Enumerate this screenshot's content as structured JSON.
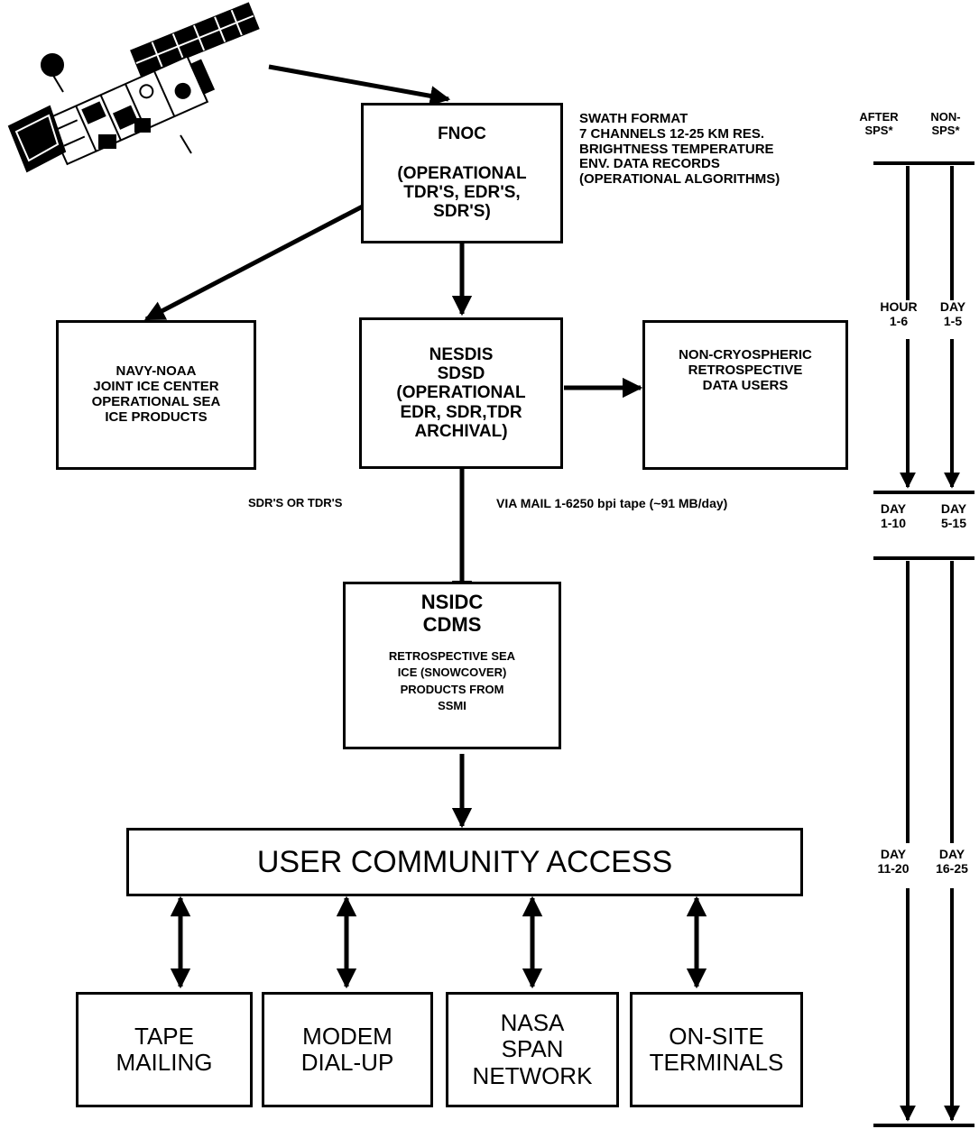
{
  "fnoc": {
    "title": "FNOC",
    "lines": [
      "(OPERATIONAL",
      "TDR'S, EDR'S,",
      "SDR'S)"
    ]
  },
  "swath": {
    "lines": [
      "SWATH FORMAT",
      "7 CHANNELS 12-25 KM RES.",
      "BRIGHTNESS TEMPERATURE",
      "ENV. DATA  RECORDS",
      "(OPERATIONAL ALGORITHMS)"
    ]
  },
  "jic": {
    "lines": [
      "NAVY-NOAA",
      "JOINT ICE CENTER",
      "OPERATIONAL SEA",
      "ICE PRODUCTS"
    ]
  },
  "nesdis": {
    "lines": [
      "NESDIS",
      "SDSD",
      "(OPERATIONAL",
      "EDR, SDR,TDR",
      "ARCHIVAL)"
    ]
  },
  "noncryo": {
    "lines": [
      "NON-CRYOSPHERIC",
      "RETROSPECTIVE",
      "DATA USERS"
    ]
  },
  "sdr_label": "SDR'S OR TDR'S",
  "mail_label": "VIA MAIL  1-6250 bpi tape (~91 MB/day)",
  "nsidc": {
    "title": [
      "NSIDC",
      "CDMS"
    ],
    "lines": [
      "RETROSPECTIVE SEA",
      "ICE (SNOWCOVER)",
      "PRODUCTS FROM",
      "SSMI"
    ]
  },
  "uca": "USER COMMUNITY ACCESS",
  "bottom": [
    {
      "lines": [
        "TAPE",
        "MAILING"
      ]
    },
    {
      "lines": [
        "MODEM",
        "DIAL-UP"
      ]
    },
    {
      "lines": [
        "NASA",
        "SPAN",
        "NETWORK"
      ]
    },
    {
      "lines": [
        "ON-SITE",
        "TERMINALS"
      ]
    }
  ],
  "timeline": {
    "headers": [
      [
        "AFTER",
        "SPS*"
      ],
      [
        "NON-",
        "SPS*"
      ]
    ],
    "row1": [
      [
        "HOUR",
        "1-6"
      ],
      [
        "DAY",
        "1-5"
      ]
    ],
    "row2": [
      [
        "DAY",
        "1-10"
      ],
      [
        "DAY",
        "5-15"
      ]
    ],
    "row3": [
      [
        "DAY",
        "11-20"
      ],
      [
        "DAY",
        "16-25"
      ]
    ]
  },
  "icons": {
    "satellite": "satellite-icon"
  }
}
